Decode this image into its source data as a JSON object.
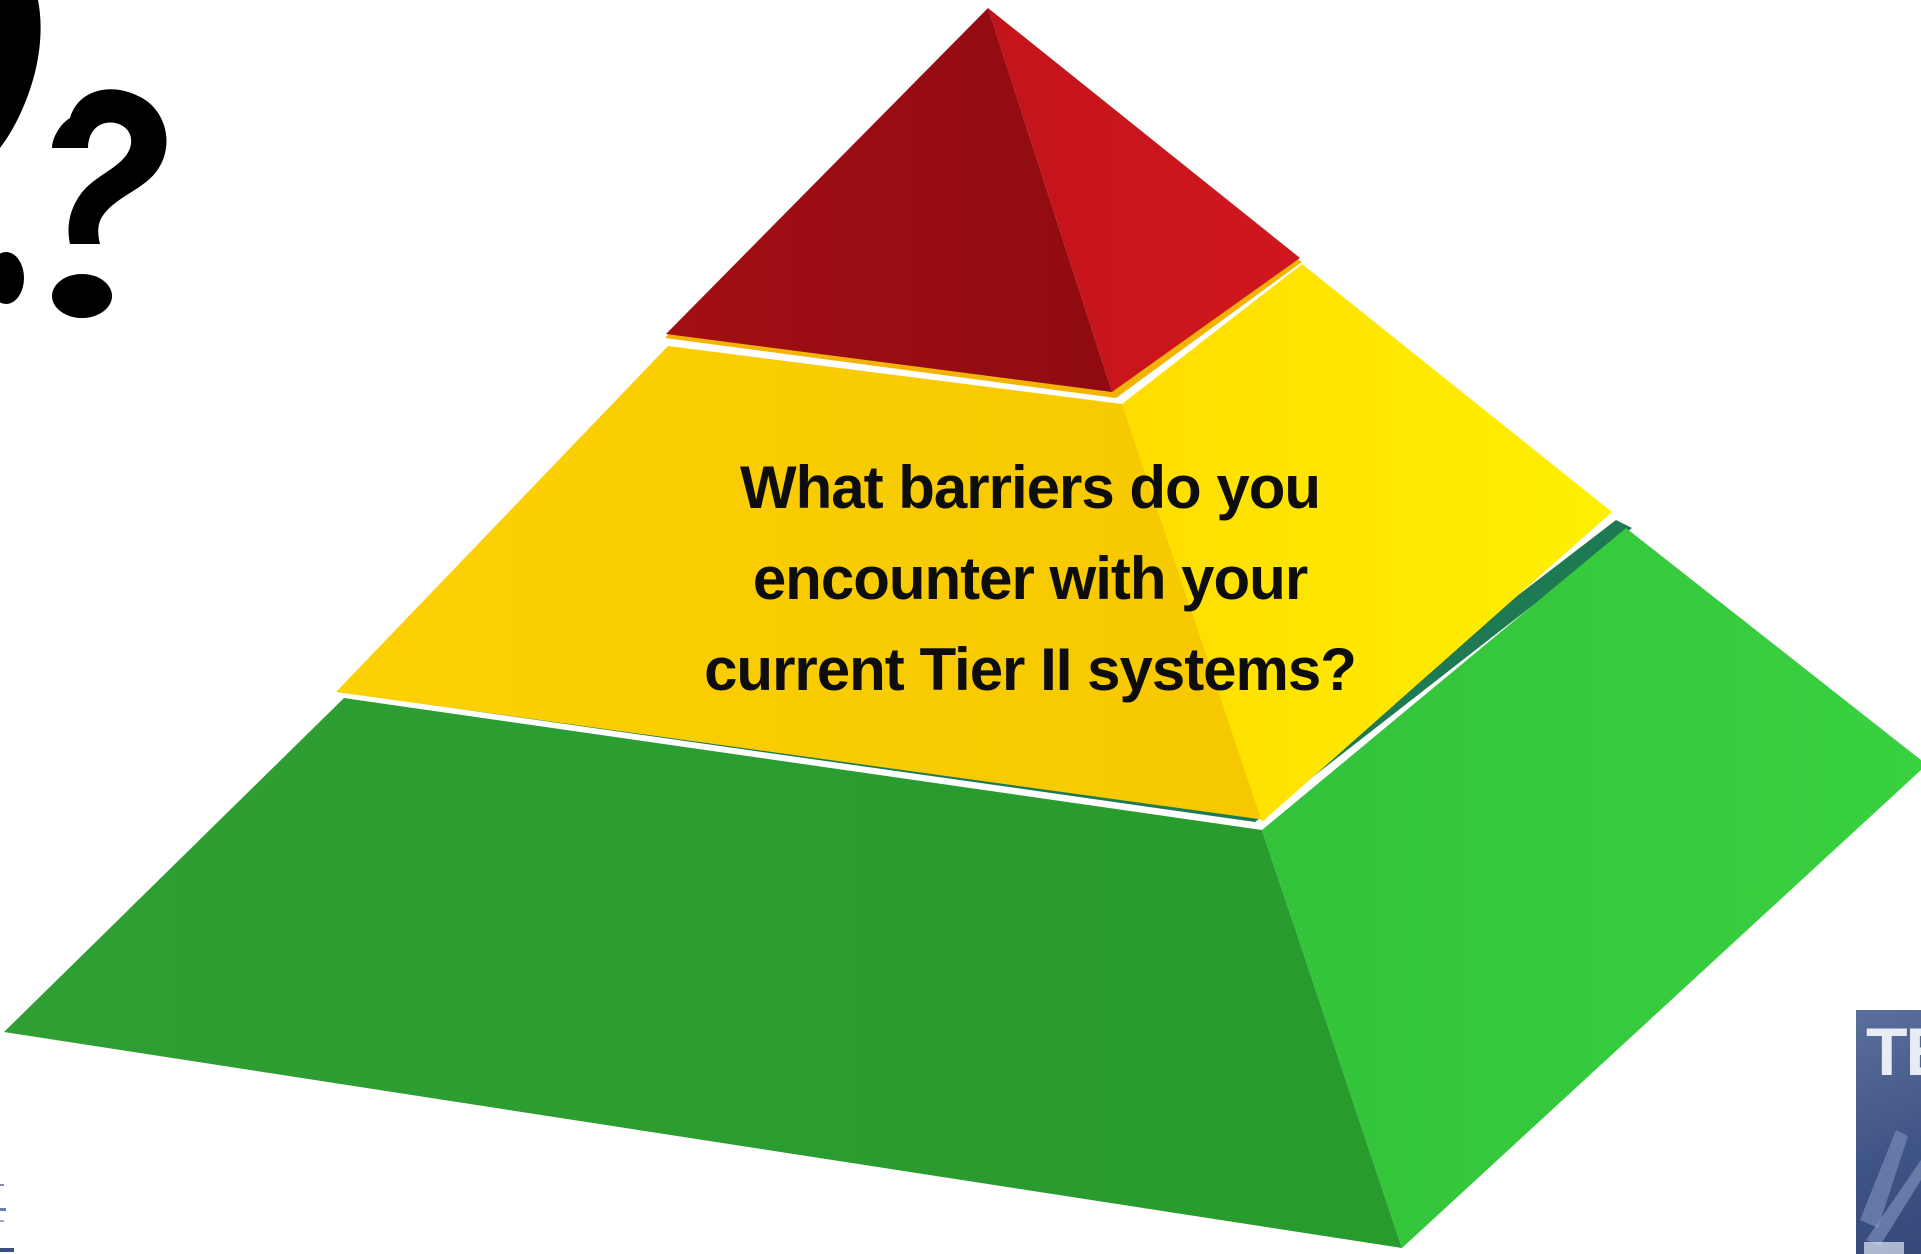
{
  "slide": {
    "question_lines": [
      "What barriers do you",
      "encounter with your",
      "current Tier II systems?"
    ],
    "logo_text": "TE"
  },
  "pyramid": {
    "tiers": [
      {
        "level": "top",
        "color": "#b0121a"
      },
      {
        "level": "middle",
        "color": "#ffd400"
      },
      {
        "level": "bottom",
        "color": "#2ea42e"
      }
    ]
  },
  "icons": {
    "question_mark": "question-mark-icon",
    "logo": "organization-logo"
  },
  "colors": {
    "background": "#ffffff",
    "text": "#0d0d0d",
    "logo_bg": "#4a5e8e"
  }
}
